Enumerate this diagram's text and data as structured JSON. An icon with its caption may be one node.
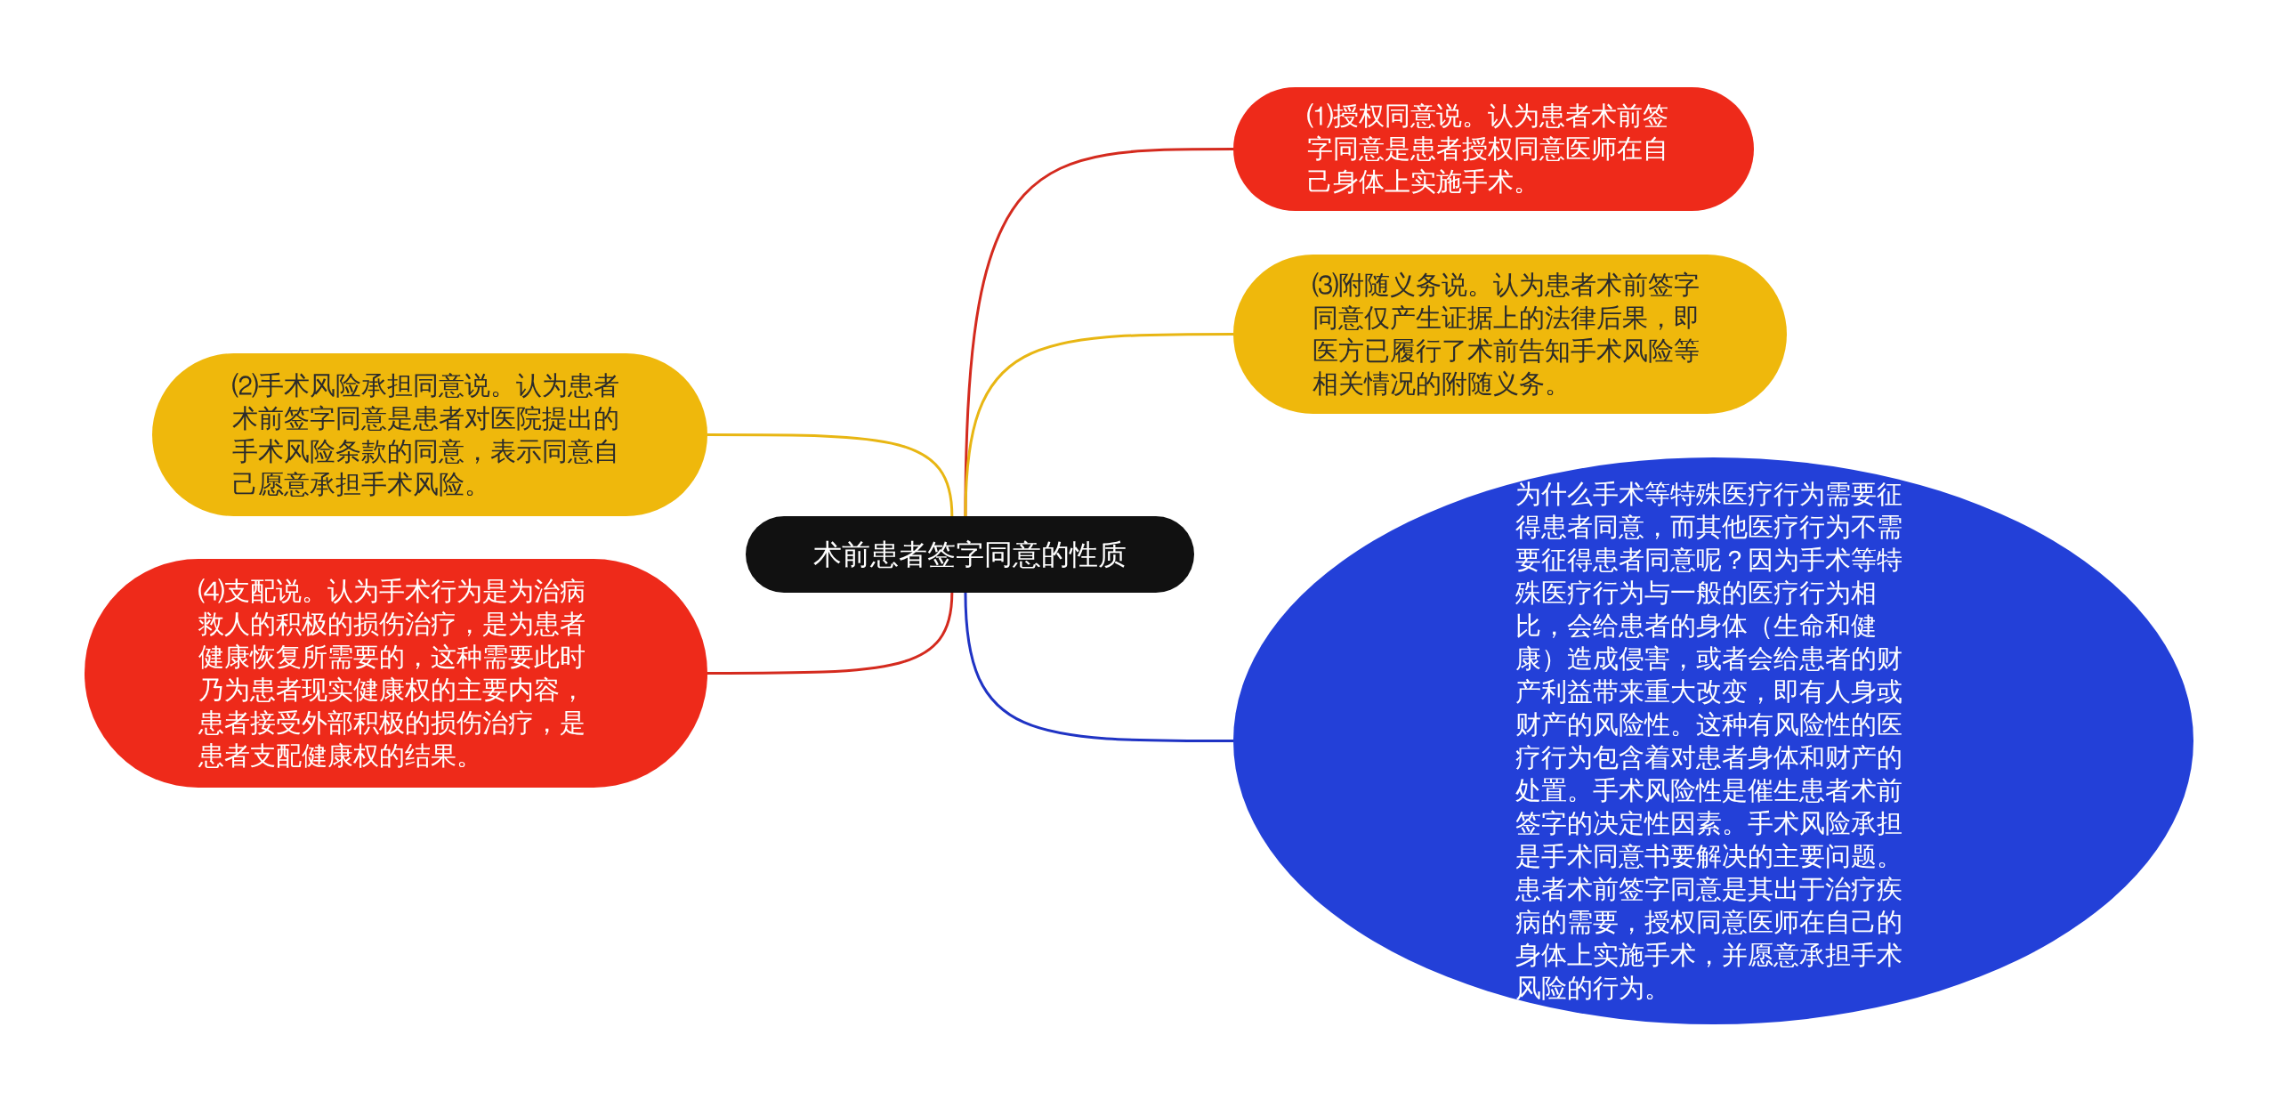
{
  "diagram": {
    "nodes": [
      {
        "text": [
          "术前患者签字同意的性质"
        ]
      },
      {
        "text": [
          "⑴授权同意说。认为患者术前签字同意是患者授权同意医师在自己身体上实施手术。"
        ]
      },
      {
        "text": [
          "⑵手术风险承担同意说。认为患者术前签字同意是患者对医院提出的手术风险条款的同意，表示同意自己愿意承担手术风险。"
        ]
      },
      {
        "text": [
          "⑶附随义务说。认为患者术前签字同意仅产生证据上的法律后果，即医方已履行了术前告知手术风险等相关情况的附随义务。"
        ]
      },
      {
        "text": [
          "⑷支配说。认为手术行为是为治病救人的积极的损伤治疗，是为患者健康恢复所需要的，这种需要此时乃为患者现实健康权的主要内容，患者接受外部积极的损伤治疗，是患者支配健康权的结果。"
        ]
      },
      {
        "text": [
          "为什么手术等特殊医疗行为需要征得患者同意，而其他医疗行为不需要征得患者同意呢？因为手术等特殊医疗行为与一般的医疗行为相比，会给患者的身体（生命和健康）造成侵害，或者会给患者的财产利益带来重大改变，即有人身或财产的风险性。这种有风险性的医疗行为包含着对患者身体和财产的处置。手术风险性是催生患者术前签字的决定性因素。手术风险承担是手术同意书要解决的主要问题。患者术前签字同意是其出于治疗疾病的需要，授权同意医师在自己的身体上实施手术，并愿意承担手术风险的行为。"
        ]
      }
    ],
    "edges": [
      {
        "from": 0,
        "to": 1,
        "arrow": "none",
        "color": "#d42a1e"
      },
      {
        "from": 0,
        "to": 2,
        "arrow": "none",
        "color": "#e8b613"
      },
      {
        "from": 0,
        "to": 3,
        "arrow": "none",
        "color": "#e8b613"
      },
      {
        "from": 0,
        "to": 4,
        "arrow": "none",
        "color": "#d42a1e"
      },
      {
        "from": 0,
        "to": 5,
        "arrow": "none",
        "color": "#1f33c4"
      }
    ]
  }
}
